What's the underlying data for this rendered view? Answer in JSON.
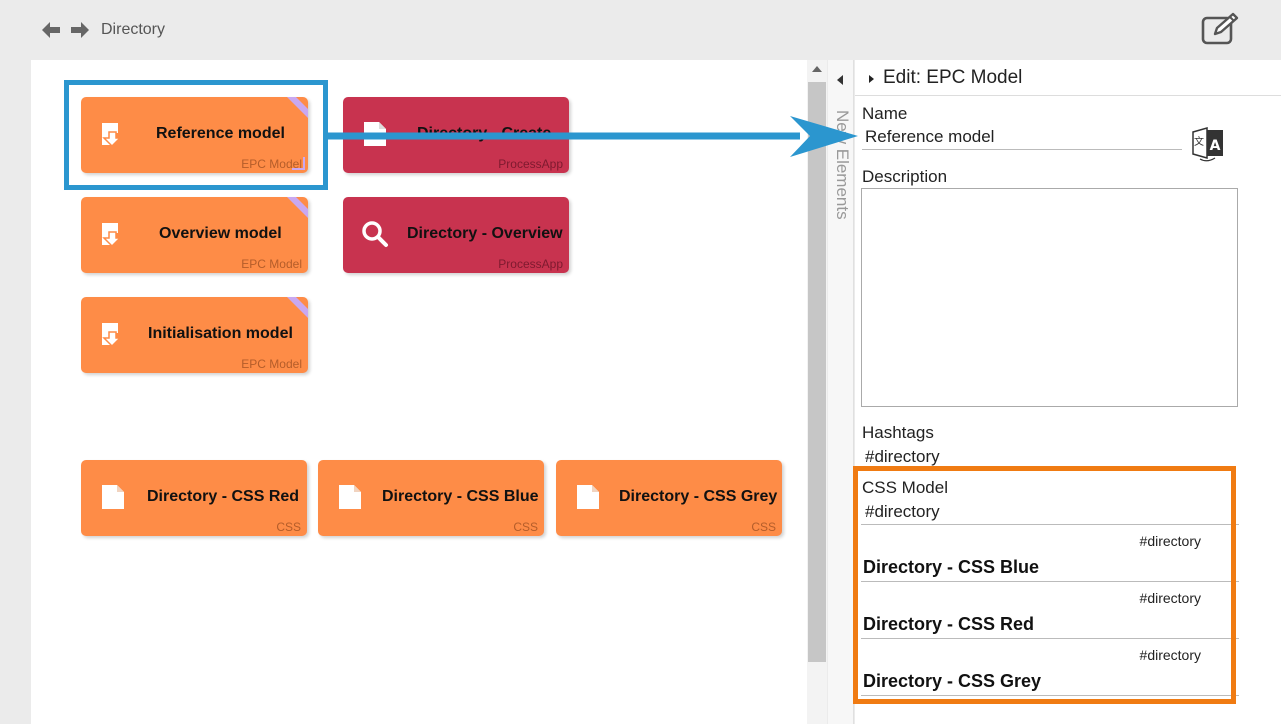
{
  "topbar": {
    "back_icon": "arrow-left-icon",
    "forward_icon": "arrow-right-icon",
    "breadcrumb": "Directory",
    "edit_icon": "edit-icon"
  },
  "tiles": [
    {
      "title": "Reference model",
      "type": "EPC Model",
      "color": "#fe8c47",
      "icon": "epc-icon"
    },
    {
      "title": "Directory - Create",
      "type": "ProcessApp",
      "color": "#c8334f",
      "icon": "document-icon"
    },
    {
      "title": "Overview model",
      "type": "EPC Model",
      "color": "#fe8c47",
      "icon": "epc-icon"
    },
    {
      "title": "Directory - Overview",
      "type": "ProcessApp",
      "color": "#c8334f",
      "icon": "search-icon"
    },
    {
      "title": "Initialisation model",
      "type": "EPC Model",
      "color": "#fe8c47",
      "icon": "epc-icon"
    },
    {
      "title": "Directory - CSS Red",
      "type": "CSS",
      "color": "#fe8c47",
      "icon": "document-icon"
    },
    {
      "title": "Directory - CSS Blue",
      "type": "CSS",
      "color": "#fe8c47",
      "icon": "document-icon"
    },
    {
      "title": "Directory - CSS Grey",
      "type": "CSS",
      "color": "#fe8c47",
      "icon": "document-icon"
    }
  ],
  "side_tab": {
    "label": "New Elements"
  },
  "panel": {
    "title": "Edit: EPC Model",
    "name_label": "Name",
    "name_value": "Reference model",
    "description_label": "Description",
    "description_value": "",
    "hashtags_label": "Hashtags",
    "hashtags_value": "#directory",
    "css_model_label": "CSS Model",
    "css_model_value": "#directory",
    "css_items": [
      {
        "tag": "#directory",
        "name": "Directory - CSS Blue"
      },
      {
        "tag": "#directory",
        "name": "Directory - CSS Red"
      },
      {
        "tag": "#directory",
        "name": "Directory - CSS Grey"
      }
    ]
  },
  "annotations": {
    "highlight_blue": "#2b96cf",
    "highlight_orange": "#f07b12"
  }
}
